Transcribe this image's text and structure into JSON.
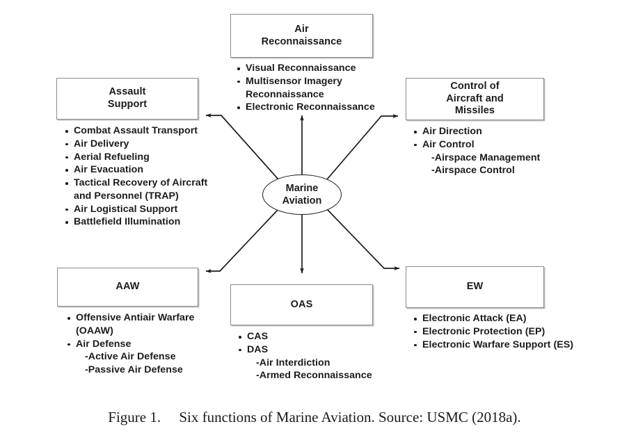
{
  "figure": {
    "caption_label": "Figure 1.",
    "caption_text": "Six functions of Marine Aviation. Source: USMC (2018a).",
    "caption_full": "Figure 1.  Six functions of Marine Aviation. Source: USMC (2018a)."
  },
  "center": {
    "label_line1": "Marine",
    "label_line2": "Aviation"
  },
  "nodes": {
    "air_reconnaissance": {
      "title_line1": "Air",
      "title_line2": "Reconnaissance",
      "items": [
        {
          "text": "Visual Reconnaissance",
          "type": "bullet"
        },
        {
          "text": "Multisensor Imagery",
          "type": "bullet"
        },
        {
          "text": "Reconnaissance",
          "type": "continuation"
        },
        {
          "text": "Electronic Reconnaissance",
          "type": "bullet"
        }
      ]
    },
    "assault_support": {
      "title_line1": "Assault",
      "title_line2": "Support",
      "items": [
        {
          "text": "Combat Assault Transport",
          "type": "bullet"
        },
        {
          "text": "Air Delivery",
          "type": "bullet"
        },
        {
          "text": "Aerial Refueling",
          "type": "bullet"
        },
        {
          "text": "Air Evacuation",
          "type": "bullet"
        },
        {
          "text": "Tactical Recovery of Aircraft",
          "type": "bullet"
        },
        {
          "text": "and Personnel (TRAP)",
          "type": "continuation"
        },
        {
          "text": "Air Logistical Support",
          "type": "bullet"
        },
        {
          "text": "Battlefield Illumination",
          "type": "bullet"
        }
      ]
    },
    "control_of_aircraft_and_missiles": {
      "title_line1": "Control of",
      "title_line2": "Aircraft and",
      "title_line3": "Missiles",
      "items": [
        {
          "text": "Air Direction",
          "type": "bullet"
        },
        {
          "text": "Air Control",
          "type": "bullet"
        },
        {
          "text": "-Airspace Management",
          "type": "sub"
        },
        {
          "text": "-Airspace Control",
          "type": "sub"
        }
      ]
    },
    "aaw": {
      "title_line1": "AAW",
      "items": [
        {
          "text": "Offensive Antiair Warfare",
          "type": "bullet"
        },
        {
          "text": "(OAAW)",
          "type": "continuation"
        },
        {
          "text": "Air Defense",
          "type": "bullet"
        },
        {
          "text": "-Active Air Defense",
          "type": "sub"
        },
        {
          "text": "-Passive Air Defense",
          "type": "sub"
        }
      ]
    },
    "oas": {
      "title_line1": "OAS",
      "items": [
        {
          "text": "CAS",
          "type": "bullet"
        },
        {
          "text": "DAS",
          "type": "bullet"
        },
        {
          "text": "-Air Interdiction",
          "type": "sub"
        },
        {
          "text": "-Armed Reconnaissance",
          "type": "sub"
        }
      ]
    },
    "ew": {
      "title_line1": "EW",
      "items": [
        {
          "text": "Electronic Attack (EA)",
          "type": "bullet"
        },
        {
          "text": "Electronic Protection (EP)",
          "type": "bullet"
        },
        {
          "text": "Electronic Warfare Support (ES)",
          "type": "bullet"
        }
      ]
    }
  },
  "colors": {
    "line": "#1b1b1b",
    "box_border": "#8a8a8a",
    "text": "#1b1b1b",
    "background": "#ffffff"
  }
}
